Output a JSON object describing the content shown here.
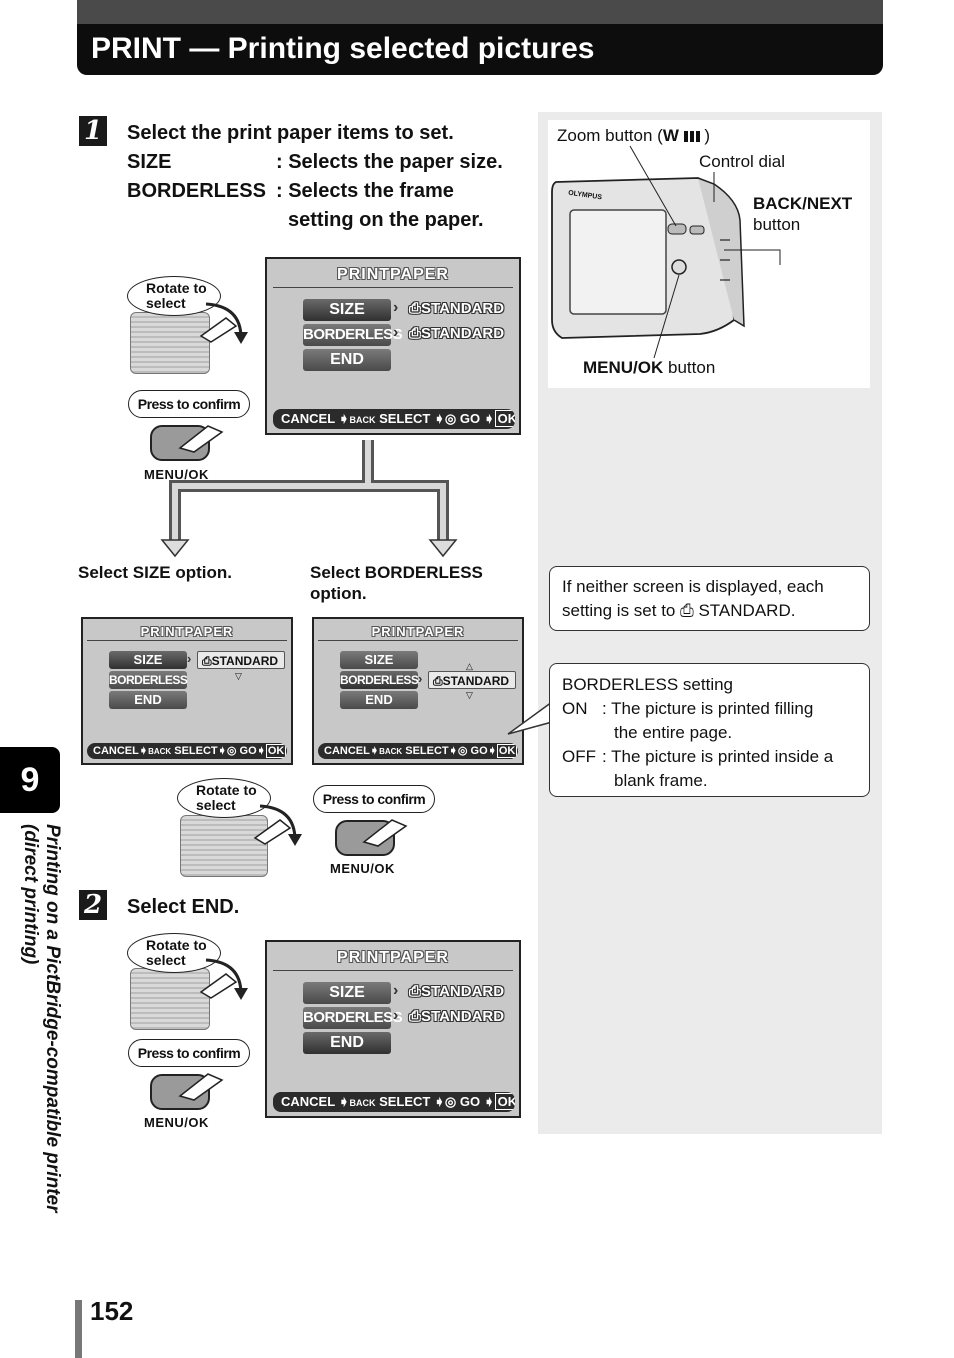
{
  "header": {
    "title": "PRINT — Printing selected pictures"
  },
  "step1": {
    "number": "1",
    "intro": "Select the print paper items to set.",
    "size_term": "SIZE",
    "size_desc": ": Selects the paper size.",
    "borderless_term": "BORDERLESS",
    "borderless_desc_1": ": Selects the frame",
    "borderless_desc_2": "setting on the paper."
  },
  "controls": {
    "rotate_to_select": "Rotate to select",
    "press_to_confirm": "Press to confirm",
    "menu_ok": "MENU/OK"
  },
  "screen": {
    "title": "PRINTPAPER",
    "size": "SIZE",
    "borderless": "BORDERLESS",
    "end": "END",
    "standard": "STANDARD",
    "cancel": "CANCEL",
    "back": "BACK",
    "select": "SELECT",
    "go": "GO",
    "ok": "OK"
  },
  "branches": {
    "size_caption": "Select SIZE option.",
    "borderless_caption_1": "Select  BORDERLESS",
    "borderless_caption_2": "option."
  },
  "step2": {
    "number": "2",
    "text": "Select END."
  },
  "camera": {
    "zoom_label": "Zoom button (",
    "zoom_w": "W",
    "zoom_close": ")",
    "control_dial": "Control dial",
    "back_next": "BACK/NEXT",
    "button_word": "button",
    "menu_ok": "MENU/OK",
    "menu_ok_suffix": " button",
    "brand": "OLYMPUS"
  },
  "note_standard": {
    "line1": "If neither screen is displayed, each",
    "line2_a": "setting is set to",
    "line2_b": "STANDARD."
  },
  "note_borderless": {
    "title": "BORDERLESS setting",
    "on_key": "ON",
    "on_text_1": ": The picture is printed filling",
    "on_text_2": "the entire page.",
    "off_key": "OFF",
    "off_text_1": ": The picture is printed inside a",
    "off_text_2": "blank frame."
  },
  "chapter": {
    "number": "9",
    "side_title_1": "Printing on a PictBridge-compatible printer",
    "side_title_2": "(direct printing)"
  },
  "page_number": "152"
}
